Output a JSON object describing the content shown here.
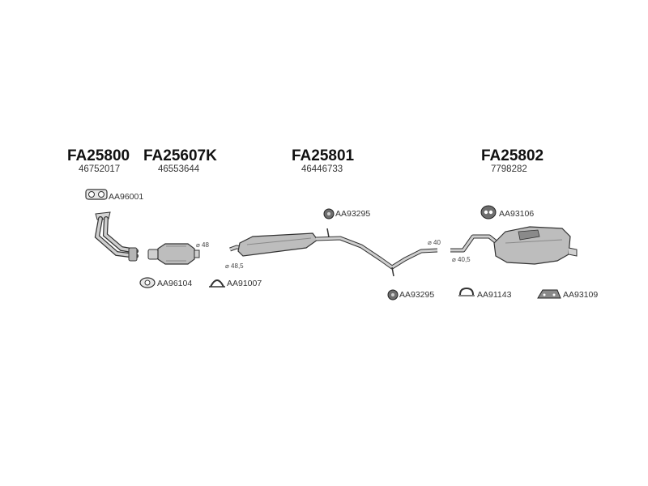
{
  "parts": [
    {
      "code": "FA25800",
      "oem": "46752017"
    },
    {
      "code": "FA25607K",
      "oem": "46553644"
    },
    {
      "code": "FA25801",
      "oem": "46446733"
    },
    {
      "code": "FA25802",
      "oem": "7798282"
    }
  ],
  "accessories": [
    {
      "code": "AA96001",
      "icon": "gasket-icon"
    },
    {
      "code": "AA96104",
      "icon": "gasket-icon"
    },
    {
      "code": "AA91007",
      "icon": "clamp-icon"
    },
    {
      "code": "AA93295",
      "icon": "rubber-mount-icon"
    },
    {
      "code": "AA93295",
      "icon": "rubber-mount-icon"
    },
    {
      "code": "AA93106",
      "icon": "rubber-hanger-icon"
    },
    {
      "code": "AA91143",
      "icon": "clamp-icon"
    },
    {
      "code": "AA93109",
      "icon": "bracket-icon"
    }
  ],
  "dimensions": [
    "⌀ 48",
    "⌀ 48,5",
    "⌀ 40",
    "⌀ 40,5"
  ],
  "colors": {
    "line": "#333333",
    "fill": "#bdbdbd",
    "fill_dark": "#8a8a8a",
    "text": "#222222"
  }
}
